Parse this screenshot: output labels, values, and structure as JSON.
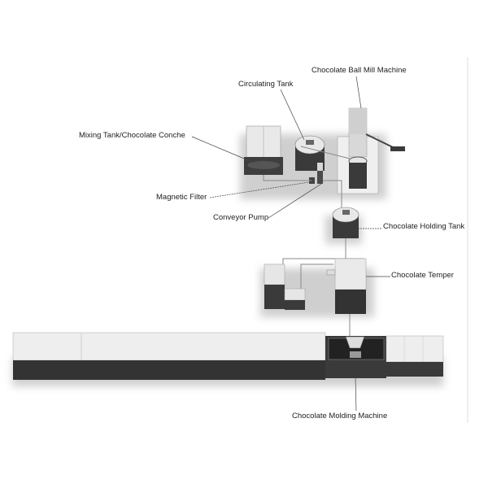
{
  "labels": {
    "ball_mill": "Chocolate Ball Mill Machine",
    "circulating_tank": "Circulating Tank",
    "mixing_tank": "Mixing Tank/Chocolate Conche",
    "magnetic_filter": "Magnetic Filter",
    "conveyor_pump": "Conveyor Pump",
    "holding_tank": "Chocolate Holding Tank",
    "temper": "Chocolate Temper",
    "molding_machine": "Chocolate Molding Machine"
  },
  "colors": {
    "dark": "#3a3a3a",
    "light": "#ececec",
    "mid": "#bdbdbd",
    "line": "#555555"
  }
}
